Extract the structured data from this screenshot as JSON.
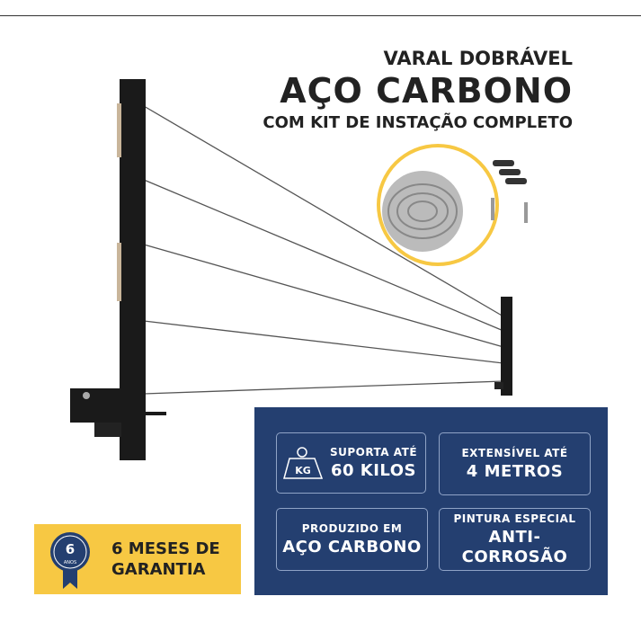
{
  "title": {
    "line1": "VARAL DOBRÁVEL",
    "line2": "AÇO CARBONO",
    "line3": "COM KIT DE INSTAÇÃO COMPLETO"
  },
  "features": [
    {
      "label": "SUPORTA ATÉ",
      "value": "60 KILOS",
      "icon": "weight-kg-icon",
      "icon_text": "KG"
    },
    {
      "label": "EXTENSÍVEL ATÉ",
      "value": "4 METROS"
    },
    {
      "label": "PRODUZIDO EM",
      "value": "AÇO CARBONO"
    },
    {
      "label": "PINTURA ESPECIAL",
      "value": "ANTI-CORROSÃO"
    }
  ],
  "warranty": {
    "line1": "6 MESES DE",
    "line2": "GARANTIA",
    "badge_number": "6",
    "badge_text": "ANOS",
    "icon": "ribbon-badge-icon"
  },
  "colors": {
    "panel": "#243f70",
    "warranty": "#f7c843",
    "frame": "#1a1a1a"
  }
}
